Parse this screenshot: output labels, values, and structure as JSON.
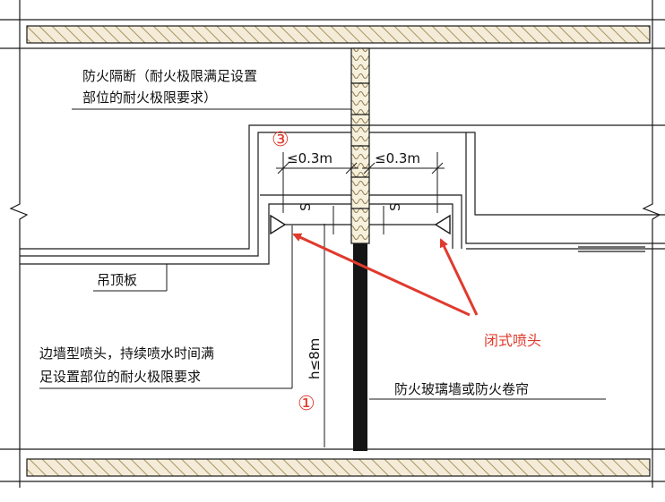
{
  "labels": {
    "fire_partition_line1": "防火隔断（耐火极限满足设置",
    "fire_partition_line2": "部位的耐火极限要求）",
    "ceiling_board": "吊顶板",
    "sprinkler_line1": "边墙型喷头，持续喷水时间满",
    "sprinkler_line2": "足设置部位的耐火极限要求",
    "glass_wall": "防火玻璃墙或防火卷帘",
    "closed_head": "闭式喷头",
    "dim_left": "≤0.3m",
    "dim_right": "≤0.3m",
    "s_left": "S",
    "s_right": "S",
    "height": "h≤8m",
    "marker_3": "③",
    "marker_1": "①"
  },
  "colors": {
    "line": "#1a1a1a",
    "hatch": "#c8b68a",
    "red": "#e03a2e",
    "wall": "#151515"
  }
}
